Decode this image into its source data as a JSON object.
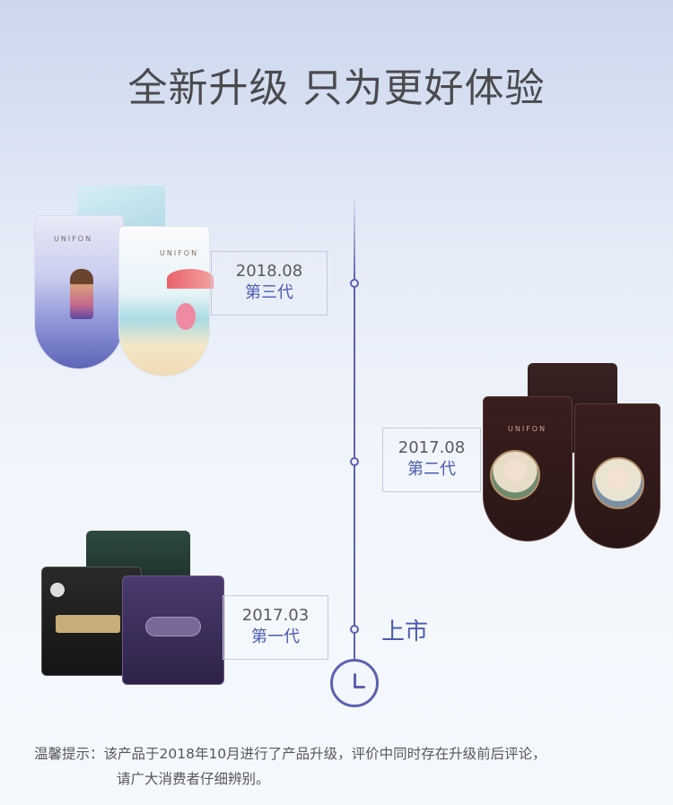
{
  "headline": "全新升级 只为更好体验",
  "timeline": {
    "entries": [
      {
        "date": "2018.08",
        "label": "第三代"
      },
      {
        "date": "2017.08",
        "label": "第二代"
      },
      {
        "date": "2017.03",
        "label": "第一代"
      }
    ],
    "launch_label": "上市",
    "clock_icon": "clock-icon"
  },
  "products": {
    "gen3_brand": "UNIFON",
    "gen2_brand": "UNIFON"
  },
  "notice": {
    "line1": "温馨提示：该产品于2018年10月进行了产品升级，评价中同时存在升级前后评论，",
    "line2": "请广大消费者仔细辨别。"
  },
  "colors": {
    "accent": "#5e60b0",
    "label_text": "#4a5bb0",
    "headline_text": "#4b4b4e"
  }
}
